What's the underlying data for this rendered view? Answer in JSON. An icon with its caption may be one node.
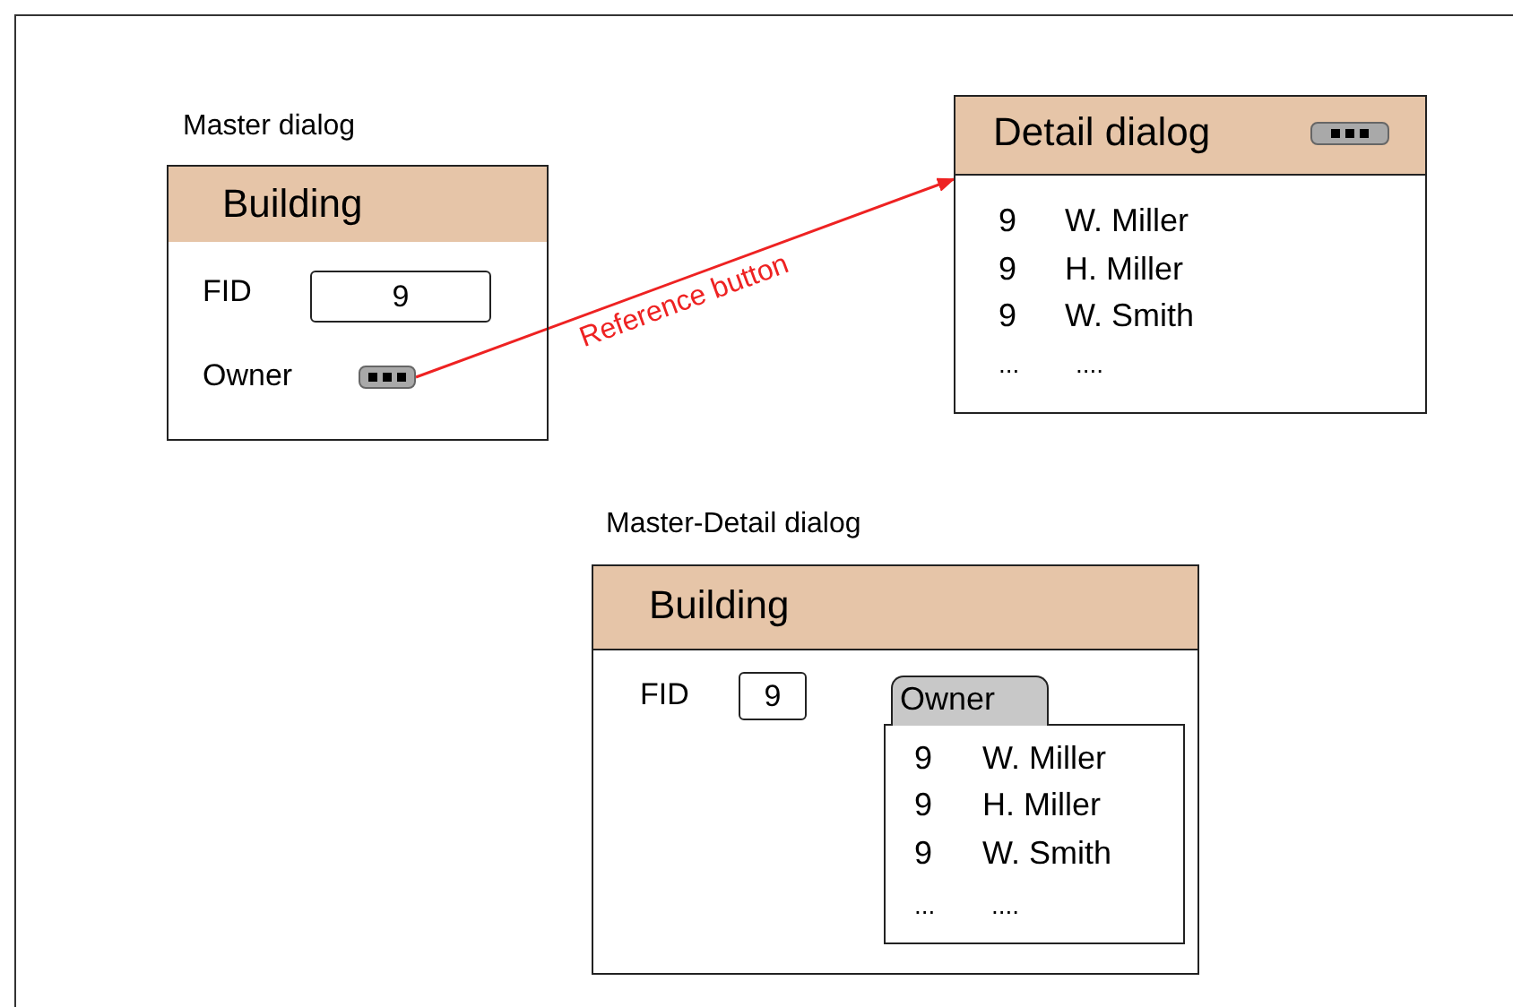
{
  "diagram": {
    "nodes": [
      {
        "text": [
          "Master dialog",
          "Building",
          "FID",
          "Owner"
        ]
      },
      {
        "text": [
          "9"
        ],
        "in": 0
      },
      {
        "text": [],
        "shape": "button",
        "in": 0
      },
      {
        "text": [
          "Detail dialog",
          "9",
          "W. Miller",
          "9",
          "H. Miller",
          "9",
          "W. Smith",
          "...",
          "...."
        ]
      },
      {
        "text": [],
        "shape": "button",
        "in": 3
      },
      {
        "text": [
          "Master-Detail dialog",
          "Building",
          "FID"
        ]
      },
      {
        "text": [
          "9"
        ],
        "in": 5
      },
      {
        "text": [
          "Owner",
          "9",
          "W. Miller",
          "9",
          "H. Miller",
          "9",
          "W. Smith",
          "...",
          "...."
        ],
        "in": 5
      }
    ],
    "edges": [
      {
        "from": 2,
        "to": 3,
        "arrow": "to",
        "label": "Reference button"
      }
    ]
  }
}
